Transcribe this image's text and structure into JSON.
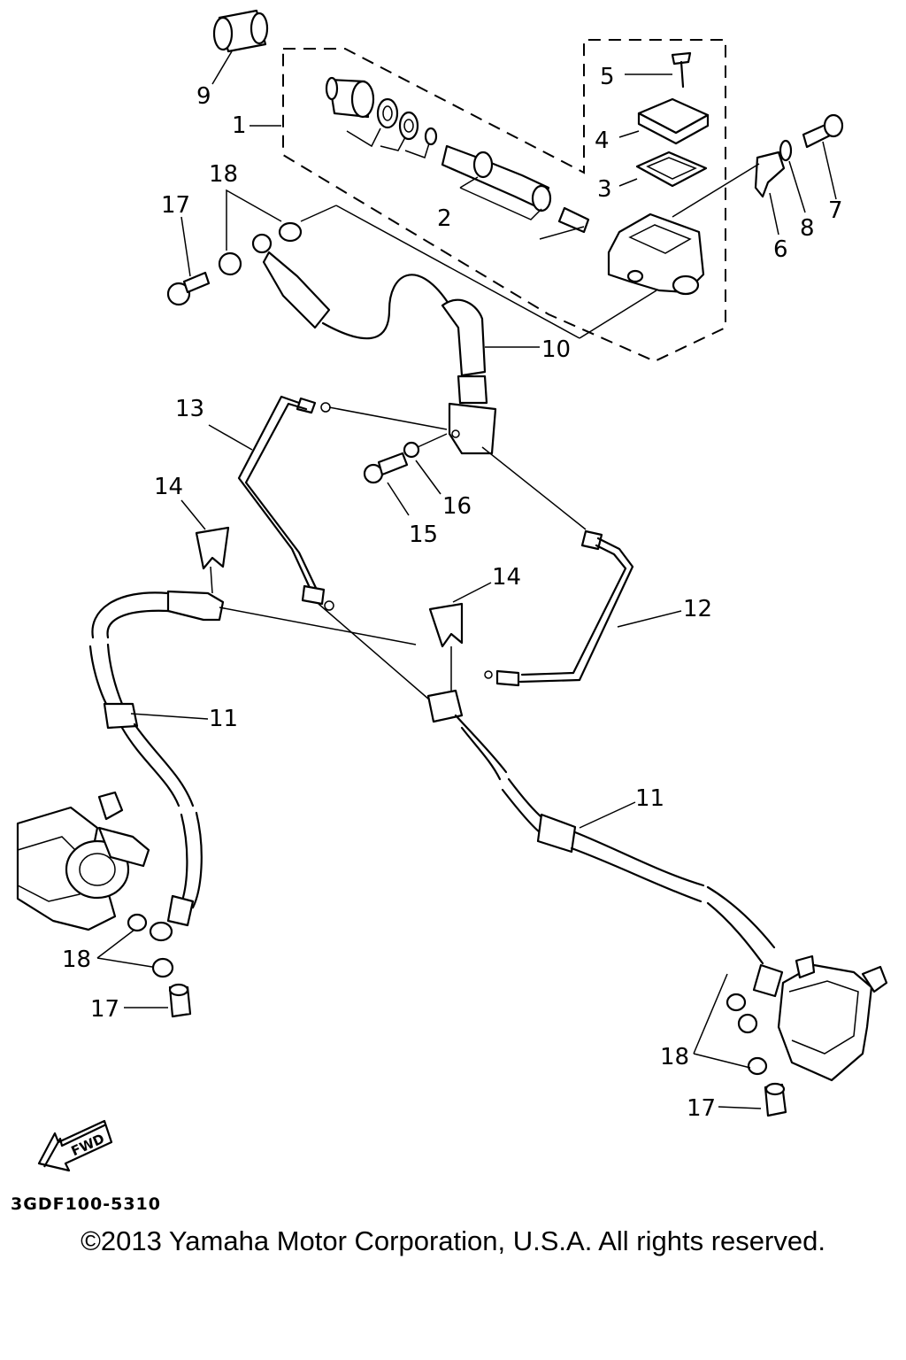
{
  "diagram": {
    "callouts": {
      "c1": "1",
      "c2": "2",
      "c3": "3",
      "c4": "4",
      "c5": "5",
      "c6": "6",
      "c7": "7",
      "c8": "8",
      "c9": "9",
      "c10": "10",
      "c11a": "11",
      "c11b": "11",
      "c12": "12",
      "c13": "13",
      "c14a": "14",
      "c14b": "14",
      "c15": "15",
      "c16": "16",
      "c17a": "17",
      "c17b": "17",
      "c17c": "17",
      "c18a": "18",
      "c18b": "18",
      "c18c": "18"
    },
    "fwd_label": "FWD",
    "figure_code": "3GDF100-5310"
  },
  "footer": {
    "copyright": "©2013 Yamaha Motor Corporation, U.S.A. All rights reserved."
  }
}
